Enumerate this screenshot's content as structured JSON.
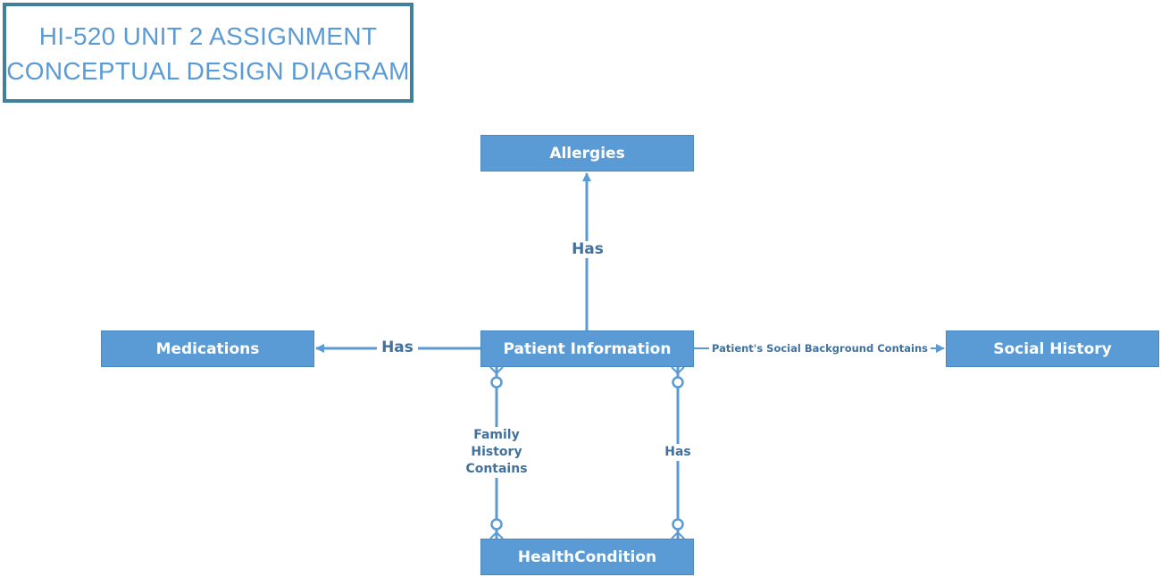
{
  "title": {
    "line1": "HI-520 UNIT 2 ASSIGNMENT",
    "line2": "CONCEPTUAL DESIGN DIAGRAM"
  },
  "entities": {
    "allergies": "Allergies",
    "patient": "Patient Information",
    "medications": "Medications",
    "social": "Social History",
    "health": "HealthCondition"
  },
  "relationships": {
    "patient_allergies": "Has",
    "patient_medications": "Has",
    "patient_social": "Patient's Social Background Contains",
    "family_line1": "Family",
    "family_line2": "History",
    "family_line3": "Contains",
    "patient_health": "Has"
  },
  "colors": {
    "entity_fill": "#5B9BD5",
    "line": "#5B9BD5",
    "title_border": "#41809B",
    "label_text": "#41719C"
  }
}
